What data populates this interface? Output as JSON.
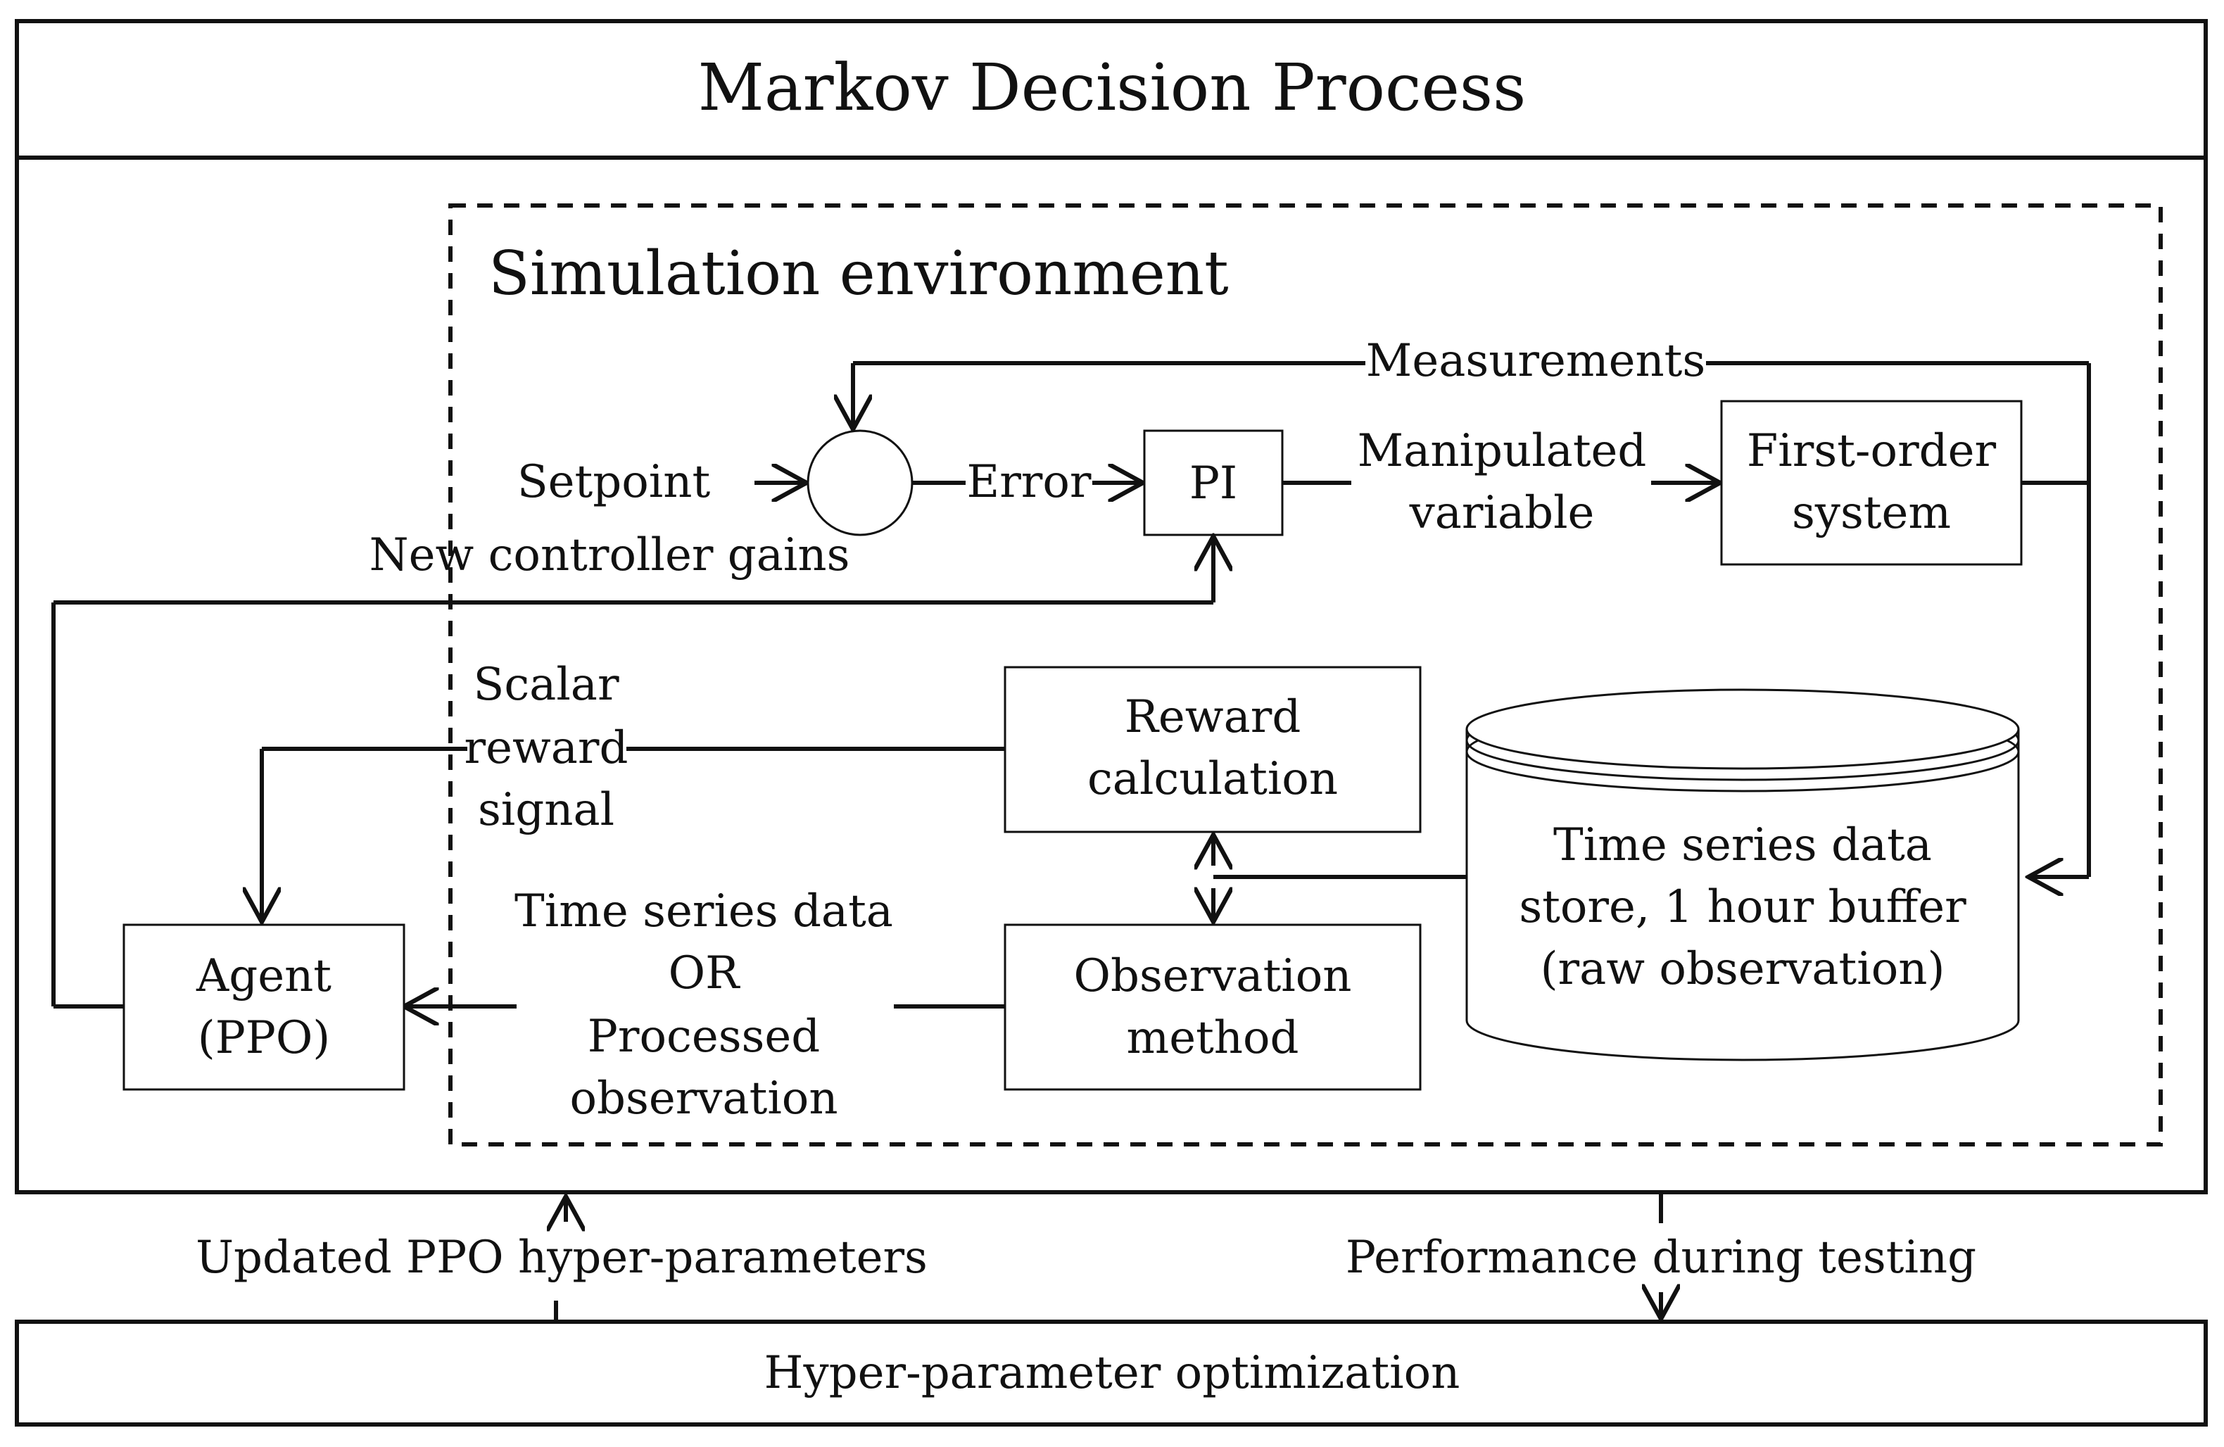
{
  "title": "Markov Decision Process",
  "environment_title": "Simulation environment",
  "blocks": {
    "pi": "PI",
    "first_order": [
      "First-order",
      "system"
    ],
    "reward": [
      "Reward",
      "calculation"
    ],
    "observation": [
      "Observation",
      "method"
    ],
    "agent": [
      "Agent",
      "(PPO)"
    ],
    "datastore": [
      "Time series data",
      "store, 1 hour buffer",
      "(raw observation)"
    ],
    "hyper": "Hyper-parameter optimization"
  },
  "signals": {
    "measurements": "Measurements",
    "setpoint": "Setpoint",
    "error": "Error",
    "manipulated": [
      "Manipulated",
      "variable"
    ],
    "new_gains": "New controller gains",
    "scalar_reward": [
      "Scalar",
      "reward",
      "signal"
    ],
    "observation_out": [
      "Time series data",
      "OR",
      "Processed",
      "observation"
    ],
    "updated_ppo": "Updated PPO hyper-parameters",
    "performance": "Performance during testing"
  }
}
